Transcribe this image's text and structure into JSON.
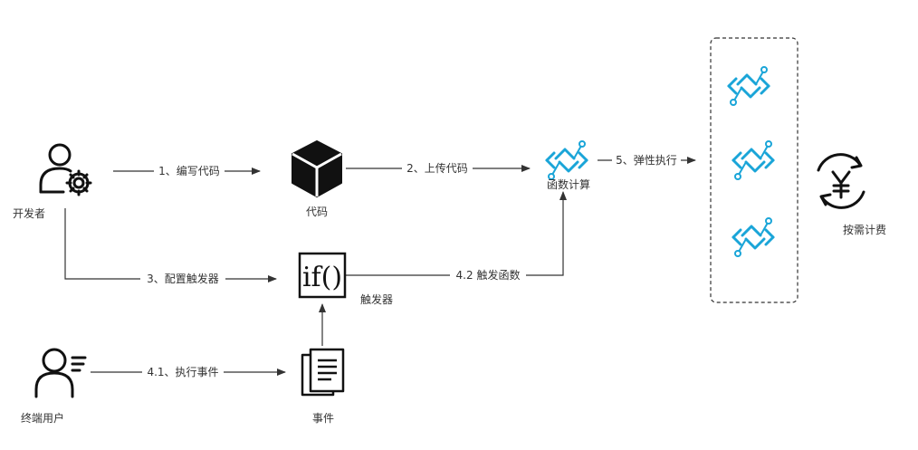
{
  "colors": {
    "accent": "#1aa5d8",
    "line": "#333333",
    "text": "#333333",
    "icon_dark": "#111111"
  },
  "nodes": {
    "developer": {
      "label": "开发者",
      "icon": "developer-gear-icon"
    },
    "code": {
      "label": "代码",
      "icon": "code-cube-icon"
    },
    "function_compute": {
      "label": "函数计算",
      "icon": "function-compute-icon"
    },
    "trigger": {
      "label": "触发器",
      "icon": "if-trigger-icon"
    },
    "end_user": {
      "label": "终端用户",
      "icon": "end-user-icon"
    },
    "event": {
      "label": "事件",
      "icon": "event-document-icon"
    },
    "billing": {
      "label": "按需计费",
      "icon": "yen-billing-icon"
    },
    "elastic_group": {
      "icon": "function-compute-icon"
    }
  },
  "edges": {
    "write_code": "1、编写代码",
    "upload_code": "2、上传代码",
    "configure_trigger": "3、配置触发器",
    "execute_event": "4.1、执行事件",
    "trigger_function": "4.2 触发函数",
    "elastic_execute": "5、弹性执行"
  }
}
